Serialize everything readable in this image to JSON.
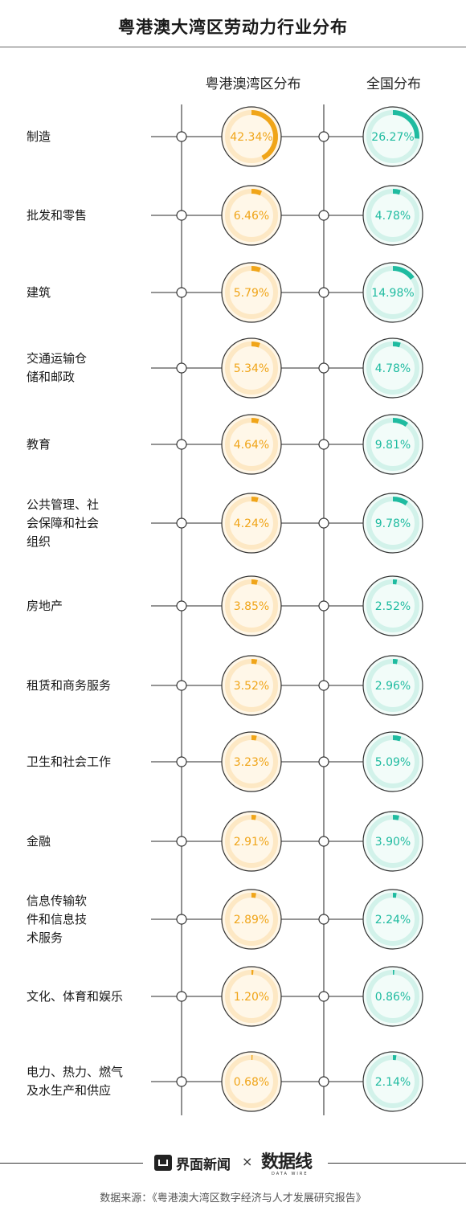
{
  "title": "粤港澳大湾区劳动力行业分布",
  "columns": {
    "left": "粤港澳湾区分布",
    "right": "全国分布"
  },
  "colors": {
    "gba_accent": "#f0a519",
    "gba_ring": "#fde8c4",
    "gba_fill": "#fff7e8",
    "national_accent": "#1fbba0",
    "national_ring": "#d2f2ea",
    "national_fill": "#f2fcf9",
    "line": "#555555"
  },
  "chart_data": {
    "type": "donut-pair",
    "title": "粤港澳大湾区劳动力行业分布",
    "unit": "%",
    "categories": [
      "制造",
      "批发和零售",
      "建筑",
      "交通运输仓\n储和邮政",
      "教育",
      "公共管理、社\n会保障和社会\n组织",
      "房地产",
      "租赁和商务服务",
      "卫生和社会工作",
      "金融",
      "信息传输软\n件和信息技\n术服务",
      "文化、体育和娱乐",
      "电力、热力、燃气\n及水生产和供应"
    ],
    "series": [
      {
        "name": "粤港澳湾区分布",
        "values": [
          42.34,
          6.46,
          5.79,
          5.34,
          4.64,
          4.24,
          3.85,
          3.52,
          3.23,
          2.91,
          2.89,
          1.2,
          0.68
        ],
        "labels": [
          "42.34%",
          "6.46%",
          "5.79%",
          "5.34%",
          "4.64%",
          "4.24%",
          "3.85%",
          "3.52%",
          "3.23%",
          "2.91%",
          "2.89%",
          "1.20%",
          "0.68%"
        ]
      },
      {
        "name": "全国分布",
        "values": [
          26.27,
          4.78,
          14.98,
          4.78,
          9.81,
          9.78,
          2.52,
          2.96,
          5.09,
          3.9,
          2.24,
          0.86,
          2.14
        ],
        "labels": [
          "26.27%",
          "4.78%",
          "14.98%",
          "4.78%",
          "9.81%",
          "9.78%",
          "2.52%",
          "2.96%",
          "5.09%",
          "3.90%",
          "2.24%",
          "0.86%",
          "2.14%"
        ]
      }
    ]
  },
  "footer": {
    "brand": "界面新闻",
    "times": "×",
    "brand2": "数据线",
    "brand2_sub": "DATA WIRE",
    "source": "数据来源：《粤港澳大湾区数字经济与人才发展研究报告》"
  }
}
